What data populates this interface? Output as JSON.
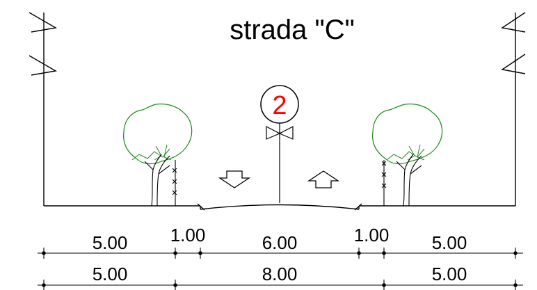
{
  "title": "strada \"C\"",
  "marker": {
    "number": "2",
    "color": "#ff0000"
  },
  "colors": {
    "line": "#000000",
    "tree": "#1a8a1a",
    "marker_text": "#ff0000"
  },
  "icons": [
    "tree-icon",
    "tree-icon",
    "direction-arrow-down-icon",
    "direction-arrow-up-icon",
    "lamp-post-icon"
  ],
  "dimensions": {
    "top_row": [
      "5.00",
      "1.00",
      "6.00",
      "1.00",
      "5.00"
    ],
    "bottom_row": [
      "5.00",
      "8.00",
      "5.00"
    ]
  }
}
